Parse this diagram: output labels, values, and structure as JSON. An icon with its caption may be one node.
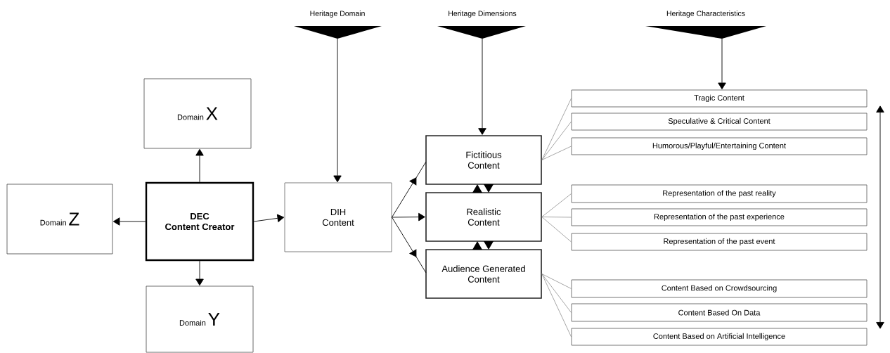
{
  "diagram": {
    "nodes": [
      {
        "text": [
          "Domain",
          "X"
        ]
      },
      {
        "text": [
          "Domain",
          "Z"
        ]
      },
      {
        "text": [
          "DEC",
          "Content Creator"
        ]
      },
      {
        "text": [
          "Domain",
          "Y"
        ]
      },
      {
        "text": [
          "DIH Content"
        ]
      },
      {
        "text": [
          "Heritage Domain"
        ]
      },
      {
        "text": [
          "Heritage Dimensions"
        ]
      },
      {
        "text": [
          "Heritage Characteristics"
        ]
      },
      {
        "text": [
          "Fictitious Content"
        ]
      },
      {
        "text": [
          "Realistic Content"
        ]
      },
      {
        "text": [
          "Audience Generated Content"
        ]
      },
      {
        "text": [
          "Tragic Content"
        ]
      },
      {
        "text": [
          "Speculative & Critical Content"
        ]
      },
      {
        "text": [
          "Humorous/Playful/Entertaining Content"
        ]
      },
      {
        "text": [
          "Representation of the past reality"
        ]
      },
      {
        "text": [
          "Representation of the past experience"
        ]
      },
      {
        "text": [
          "Representation of the past event"
        ]
      },
      {
        "text": [
          "Content Based on Crowdsourcing"
        ]
      },
      {
        "text": [
          "Content Based On Data"
        ]
      },
      {
        "text": [
          "Content Based on Artificial Intelligence"
        ]
      }
    ],
    "edges": [
      {
        "from": 2,
        "to": 0,
        "arrow": "to"
      },
      {
        "from": 2,
        "to": 1,
        "arrow": "to"
      },
      {
        "from": 2,
        "to": 3,
        "arrow": "to"
      },
      {
        "from": 2,
        "to": 4,
        "arrow": "to"
      },
      {
        "from": 5,
        "to": 4,
        "arrow": "to"
      },
      {
        "from": 4,
        "to": 8,
        "arrow": "to"
      },
      {
        "from": 4,
        "to": 9,
        "arrow": "to"
      },
      {
        "from": 4,
        "to": 10,
        "arrow": "to"
      },
      {
        "from": 6,
        "to": 8,
        "arrow": "to"
      },
      {
        "from": 9,
        "to": 8,
        "arrow": "to"
      },
      {
        "from": 8,
        "to": 9,
        "arrow": "to"
      },
      {
        "from": 10,
        "to": 9,
        "arrow": "to"
      },
      {
        "from": 9,
        "to": 10,
        "arrow": "to"
      },
      {
        "from": 7,
        "to": 11,
        "arrow": "to"
      },
      {
        "from": 8,
        "to": 11,
        "arrow": "none",
        "color": "#808080"
      },
      {
        "from": 8,
        "to": 12,
        "arrow": "none",
        "color": "#808080"
      },
      {
        "from": 8,
        "to": 13,
        "arrow": "none",
        "color": "#808080"
      },
      {
        "from": 9,
        "to": 14,
        "arrow": "none",
        "color": "#808080"
      },
      {
        "from": 9,
        "to": 15,
        "arrow": "none",
        "color": "#808080"
      },
      {
        "from": 9,
        "to": 16,
        "arrow": "none",
        "color": "#808080"
      },
      {
        "from": 10,
        "to": 17,
        "arrow": "none",
        "color": "#808080"
      },
      {
        "from": 10,
        "to": 18,
        "arrow": "none",
        "color": "#808080"
      },
      {
        "from": 10,
        "to": 19,
        "arrow": "none",
        "color": "#808080"
      }
    ]
  }
}
